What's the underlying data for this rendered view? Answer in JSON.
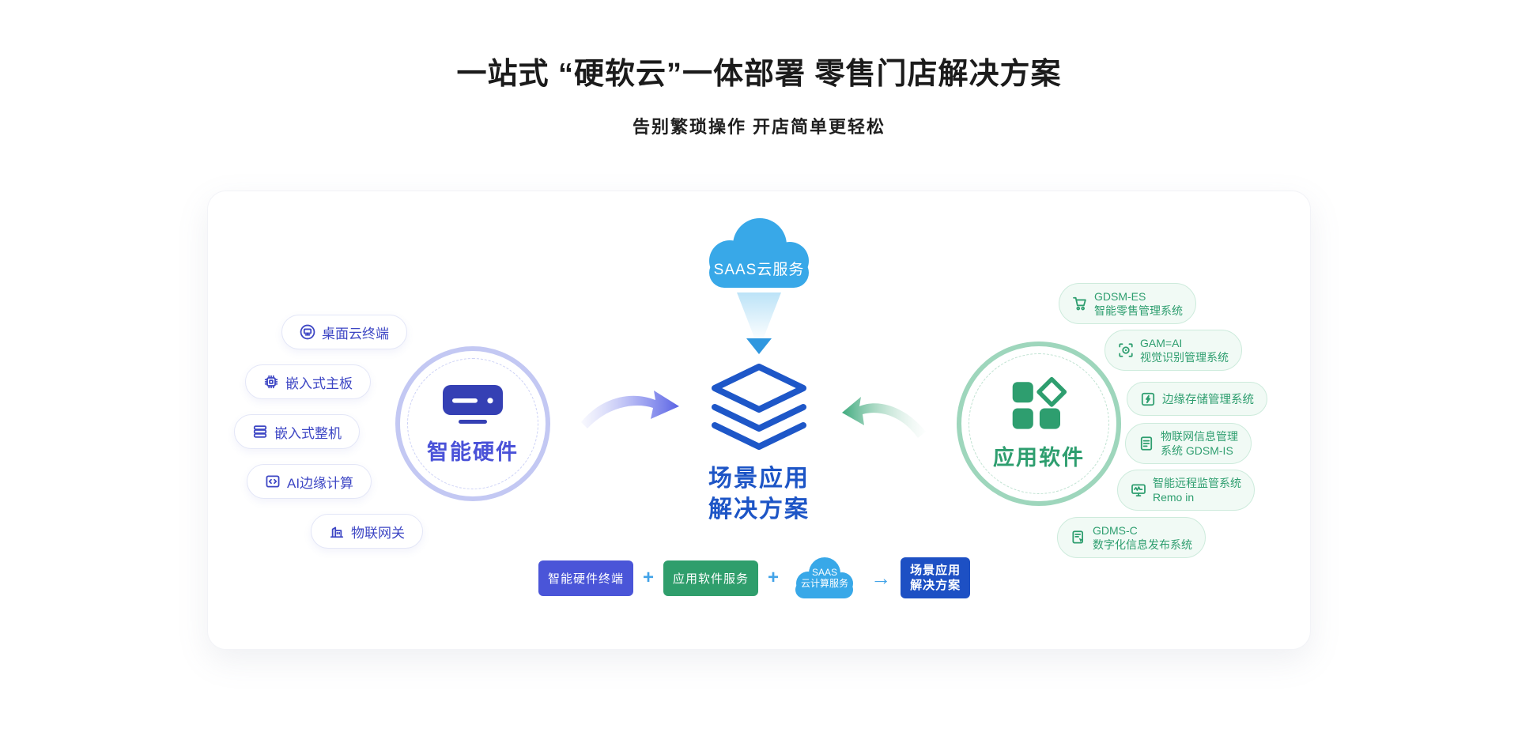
{
  "page": {
    "title": "一站式 “硬软云”一体部署 零售门店解决方案",
    "subtitle": "告别繁琐操作  开店简单更轻松"
  },
  "cloud": {
    "label": "SAAS云服务",
    "icon": "cloud-icon"
  },
  "center": {
    "line1": "场景应用",
    "line2": "解决方案",
    "icon": "layer-stack-icon"
  },
  "hubs": {
    "hardware": {
      "label": "智能硬件",
      "icon": "hardware-device-icon"
    },
    "software": {
      "label": "应用软件",
      "icon": "app-grid-icon"
    }
  },
  "hardware_items": [
    {
      "icon": "desktop-cloud-terminal-icon",
      "label": "桌面云终端"
    },
    {
      "icon": "embedded-motherboard-icon",
      "label": "嵌入式主板"
    },
    {
      "icon": "embedded-machine-icon",
      "label": "嵌入式整机"
    },
    {
      "icon": "ai-edge-computing-icon",
      "label": "AI边缘计算"
    },
    {
      "icon": "iot-gateway-icon",
      "label": "物联网关"
    }
  ],
  "software_items": [
    {
      "icon": "shopping-cart-icon",
      "line1": "GDSM-ES",
      "line2": "智能零售管理系统"
    },
    {
      "icon": "vision-scan-icon",
      "line1": "GAM=AI",
      "line2": "视觉识别管理系统"
    },
    {
      "icon": "edge-storage-icon",
      "label": "边缘存储管理系统"
    },
    {
      "icon": "iot-info-icon",
      "line1": "物联网信息管理",
      "line2": "系统  GDSM-IS"
    },
    {
      "icon": "remote-monitor-icon",
      "line1": "智能远程监管系统",
      "line2": "Remo in"
    },
    {
      "icon": "publish-doc-icon",
      "line1": "GDMS-C",
      "line2": "数字化信息发布系统"
    }
  ],
  "formula": {
    "hardware_label": "智能硬件终端",
    "plus": "+",
    "software_label": "应用软件服务",
    "cloud_line1": "SAAS",
    "cloud_line2": "云计算服务",
    "arrow": "→",
    "result_line1": "场景应用",
    "result_line2": "解决方案"
  },
  "colors": {
    "center_blue": "#1d55c6",
    "hardware_indigo": "#4a52d8",
    "software_green": "#2e9e6f",
    "cloud_blue": "#38a8e8",
    "formula_blue_box": "#4a55d8",
    "formula_green_box": "#2f9e6c",
    "formula_dark_box": "#1d50c4",
    "pill_green_bg": "#f1faf5"
  }
}
